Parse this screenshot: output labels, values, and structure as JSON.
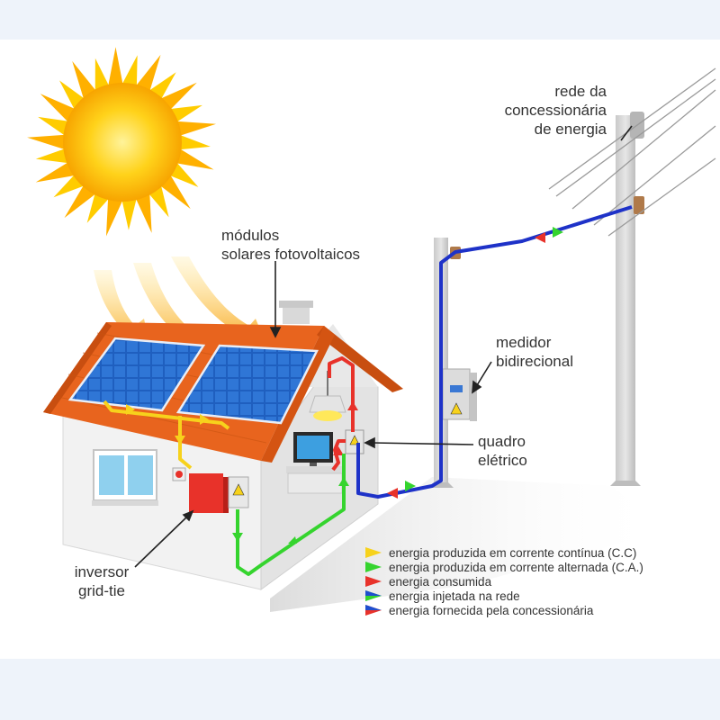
{
  "labels": {
    "solar_modules": [
      "módulos",
      "solares fotovoltaicos"
    ],
    "utility_grid": [
      "rede da",
      "concessionária",
      "de energia"
    ],
    "meter": [
      "medidor",
      "bidirecional"
    ],
    "panel": [
      "quadro",
      "elétrico"
    ],
    "inverter": [
      "inversor",
      "grid-tie"
    ]
  },
  "legend": [
    {
      "text": "energia produzida em corrente contínua (C.C)",
      "colors": [
        "#f7d21c"
      ]
    },
    {
      "text": "energia produzida em corrente alternada (C.A.)",
      "colors": [
        "#35d42e"
      ]
    },
    {
      "text": "energia consumida",
      "colors": [
        "#e8322a"
      ]
    },
    {
      "text": "energia injetada na rede",
      "colors": [
        "#35d42e",
        "#1e4fcf"
      ]
    },
    {
      "text": "energia fornecida pela concessionária",
      "colors": [
        "#e8322a",
        "#1e4fcf"
      ]
    }
  ],
  "colors": {
    "dc": "#f7d21c",
    "ac": "#35d42e",
    "consumed": "#e8322a",
    "grid": "#1e32c8",
    "roof": "#e8641e",
    "panel": "#1f5fbf",
    "sun": "#ffcc00"
  }
}
